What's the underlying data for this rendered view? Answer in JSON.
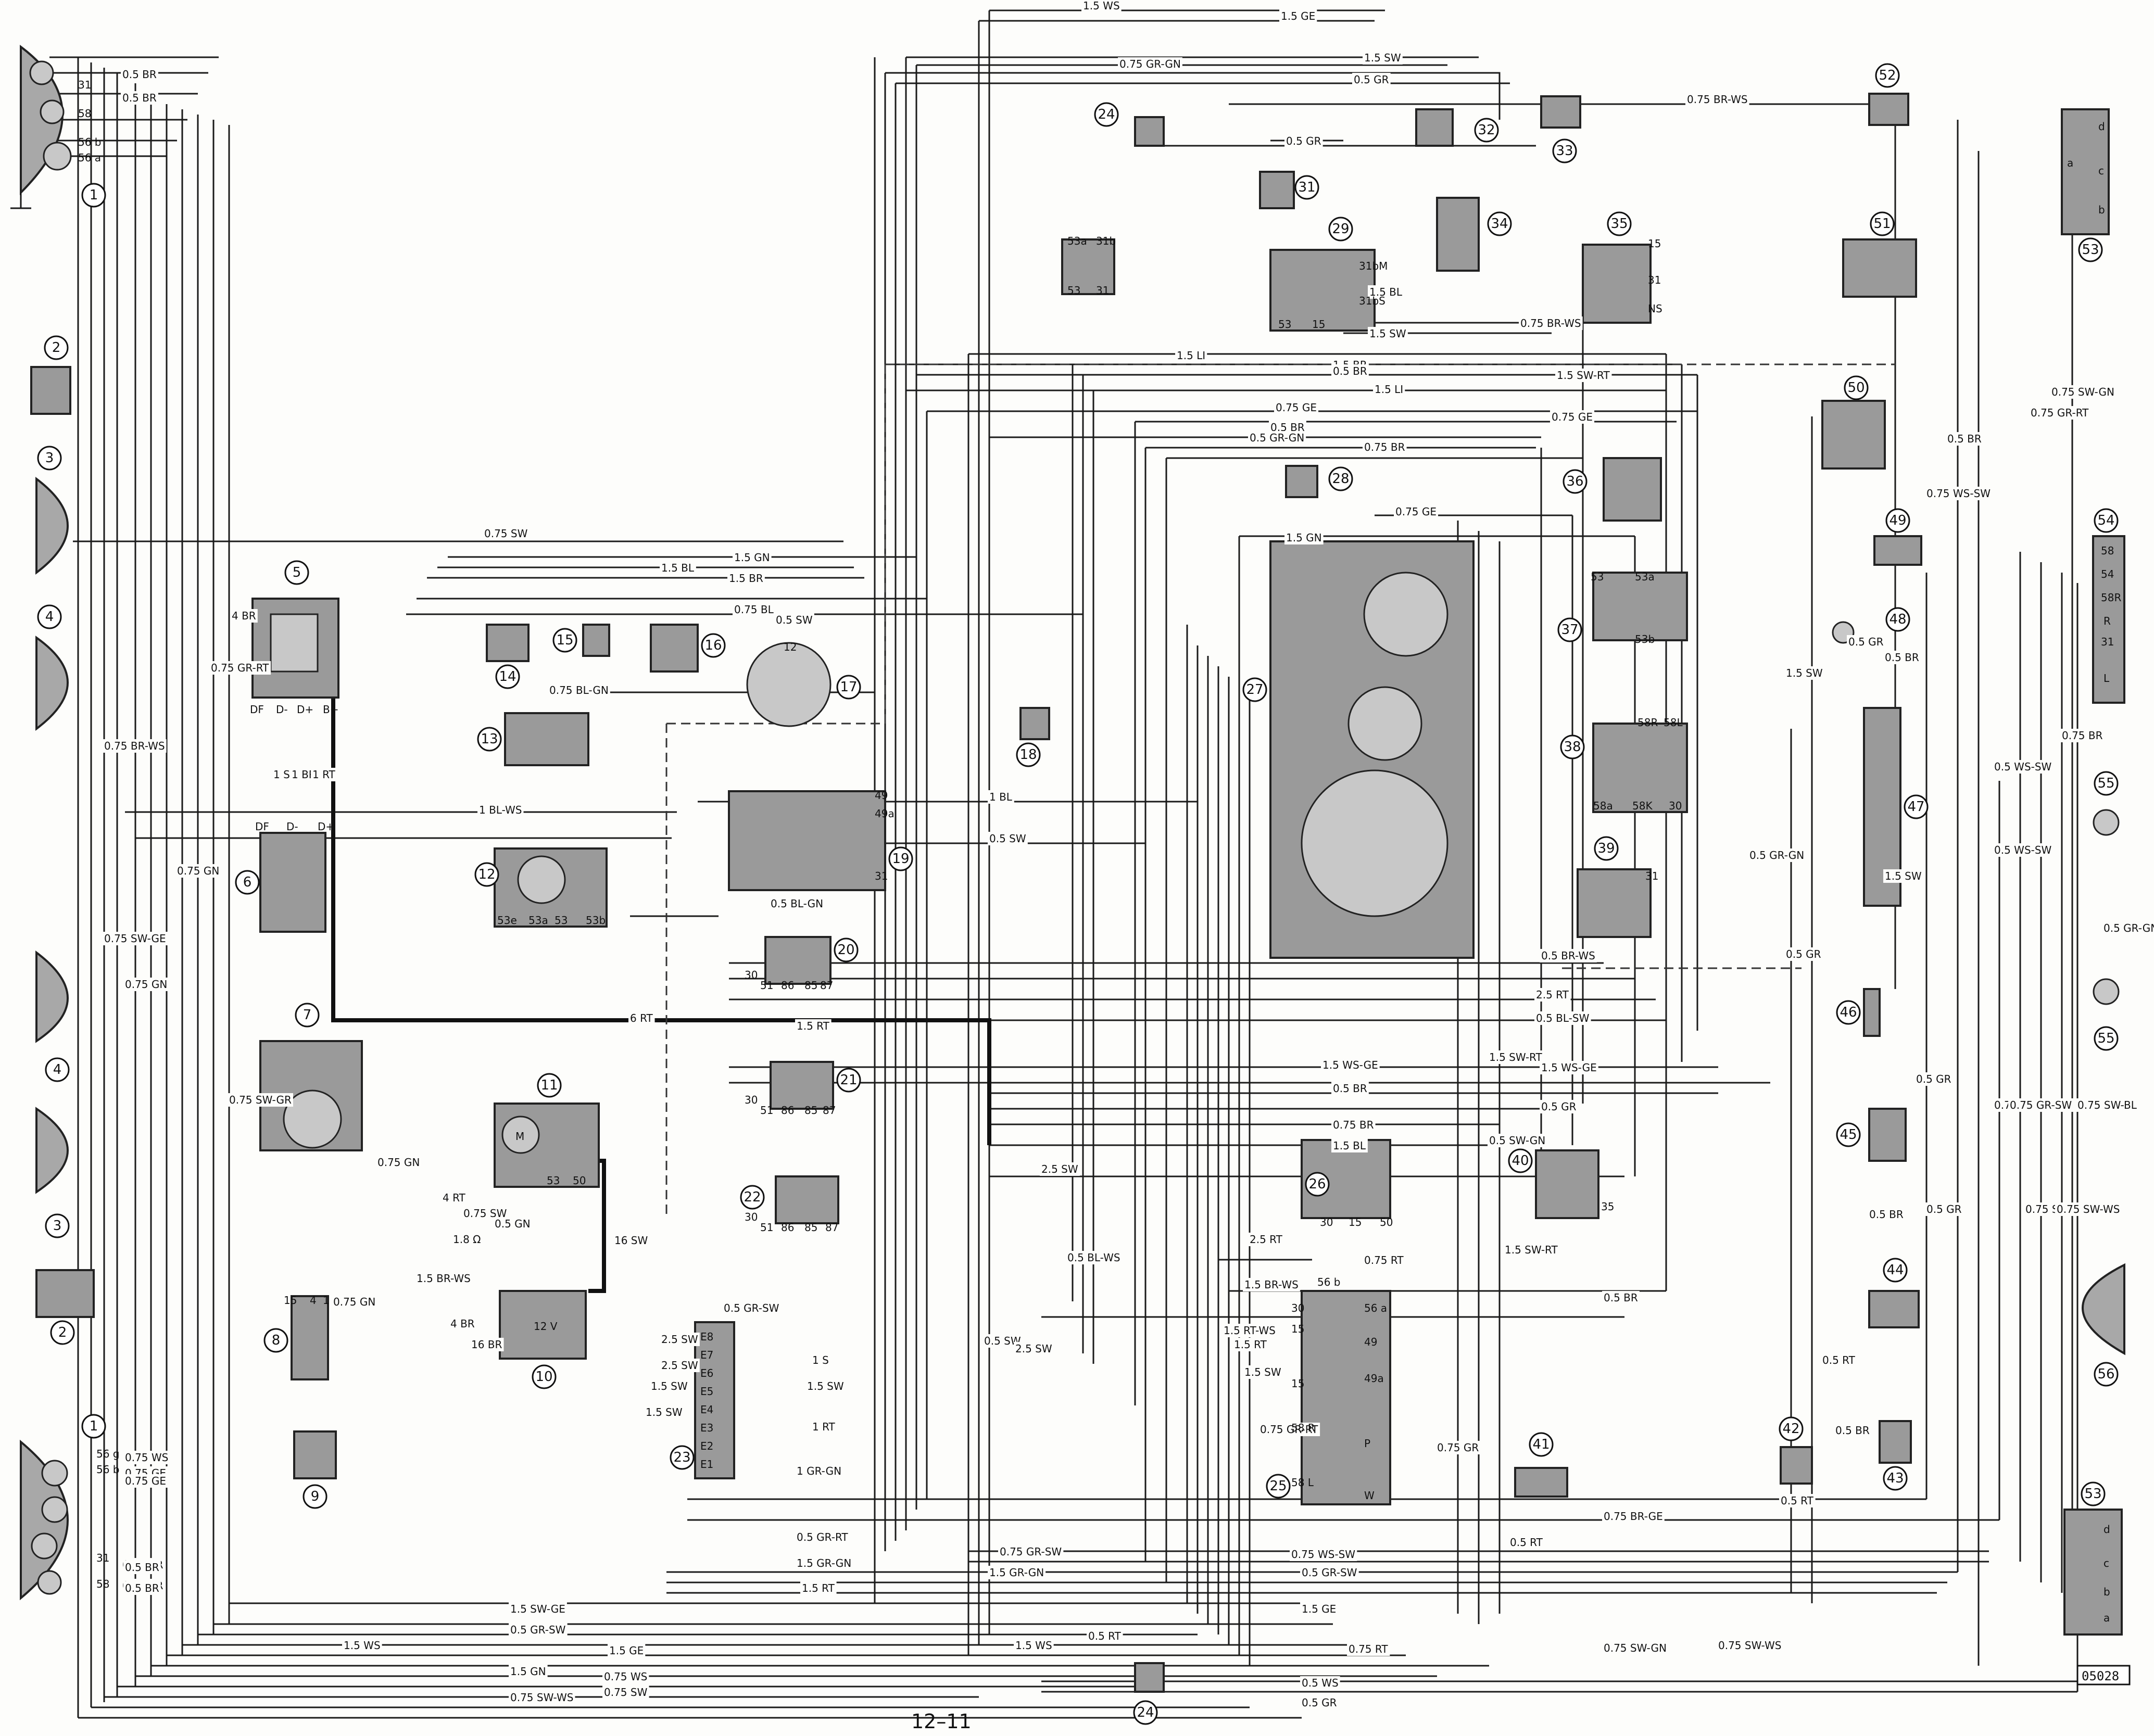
{
  "page_number": "12–11",
  "figure_ref": "05028",
  "components": [
    {
      "n": "1"
    },
    {
      "n": "2"
    },
    {
      "n": "3"
    },
    {
      "n": "4"
    },
    {
      "n": "5"
    },
    {
      "n": "6"
    },
    {
      "n": "7"
    },
    {
      "n": "8"
    },
    {
      "n": "9"
    },
    {
      "n": "10"
    },
    {
      "n": "11"
    },
    {
      "n": "12"
    },
    {
      "n": "13"
    },
    {
      "n": "14"
    },
    {
      "n": "15"
    },
    {
      "n": "16"
    },
    {
      "n": "17"
    },
    {
      "n": "18"
    },
    {
      "n": "19"
    },
    {
      "n": "20"
    },
    {
      "n": "21"
    },
    {
      "n": "22"
    },
    {
      "n": "23"
    },
    {
      "n": "24"
    },
    {
      "n": "25"
    },
    {
      "n": "26"
    },
    {
      "n": "27"
    },
    {
      "n": "28"
    },
    {
      "n": "29"
    },
    {
      "n": "31"
    },
    {
      "n": "32"
    },
    {
      "n": "33"
    },
    {
      "n": "34"
    },
    {
      "n": "35"
    },
    {
      "n": "36"
    },
    {
      "n": "37"
    },
    {
      "n": "38"
    },
    {
      "n": "39"
    },
    {
      "n": "40"
    },
    {
      "n": "41"
    },
    {
      "n": "42"
    },
    {
      "n": "43"
    },
    {
      "n": "44"
    },
    {
      "n": "45"
    },
    {
      "n": "46"
    },
    {
      "n": "47"
    },
    {
      "n": "48"
    },
    {
      "n": "49"
    },
    {
      "n": "50"
    },
    {
      "n": "51"
    },
    {
      "n": "52"
    },
    {
      "n": "53"
    },
    {
      "n": "54"
    },
    {
      "n": "55"
    },
    {
      "n": "56"
    }
  ],
  "wire_labels": {
    "top": [
      "1.5 WS",
      "1.5 GE",
      "0.75 GR-GN",
      "1.5 SW",
      "0.5 GR",
      "0.75 BR-WS",
      "0.5 GR",
      "1.5 BL",
      "0.75 BR-WS",
      "1.5 SW",
      "0.5 BR",
      "1.5 BR",
      "1.5 LI",
      "0.5 BR",
      "1.5 SW-RT",
      "1.5 LI",
      "0.75 GE",
      "0.75 GE",
      "0.5 BR",
      "0.5 GR-GN",
      "0.75 BR",
      "0.75 GE",
      "1.5 GN"
    ],
    "left": [
      "0.5 BR",
      "0.5 BR",
      "0.75 SW",
      "1.5 BL",
      "1.5 GN",
      "1.5 BR",
      "0.75 BL",
      "0.5 SW",
      "0.75 BL-GN",
      "1 BL-WS",
      "1 BL",
      "0.5 SW",
      "0.5 BL-GN",
      "0.75 GN",
      "6 RT",
      "1.5 RT",
      "4 RT",
      "0.75 SW",
      "0.5 GN",
      "1.8 Ω",
      "1.5 BR-WS",
      "0.75 GN",
      "4 BR",
      "16 BR",
      "16 SW",
      "4 BR",
      "1 SW",
      "1 BR",
      "1 RT",
      "0.75 BR-WS",
      "0.75 SW-GE",
      "0.75 GN",
      "0.75 GR-RT",
      "0.75 WS",
      "0.75 BR",
      "0.75 GE",
      "0.75 BR",
      "0.75 SW-GR",
      "0.75 GN"
    ],
    "mid": [
      "2.5 RT",
      "0.5 BL-SW",
      "0.5 BR-WS",
      "1.5 SW-RT",
      "1.5 WS-GE",
      "1.5 WS-GE",
      "0.5 BR",
      "0.5 GR",
      "0.75 BR",
      "1.5 BL",
      "0.5 SW-GN",
      "2.5 SW",
      "2.5 RT",
      "0.75 RT",
      "0.5 BL-WS",
      "1.5 SW-RT",
      "1.5 BR-WS",
      "1.5 RT-WS",
      "1.5 RT",
      "1.5 SW",
      "0.75 GR-RT",
      "0.75 GR",
      "0.5 GR-SW",
      "0.5 SW",
      "1 S",
      "1.5 SW",
      "1 RT",
      "1 GR-GN",
      "0.5 GR-RT",
      "0.75 GR-SW",
      "1.5 GR-GN",
      "1.5 GR-GN",
      "1.5 RT",
      "0.75 BR-GE",
      "0.5 RT",
      "0.75 WS-SW",
      "0.5 GR-SW",
      "1.5 GE",
      "0.5 RT",
      "0.75 RT",
      "0.75 SW-GN",
      "0.75 SW-WS",
      "0.5 WS",
      "0.5 GR"
    ],
    "bottom": [
      "1.5 SW-GE",
      "0.5 GR-SW",
      "1.5 WS",
      "1.5 GE",
      "1.5 WS",
      "1.5 GN",
      "0.75 SW",
      "0.75 SW-WS",
      "0.75 WS",
      "0.75 GE",
      "0.5 BR",
      "0.5 BR",
      "2.5 SW",
      "2.5 SW",
      "1.5 SW",
      "1.5 SW",
      "2.5 SW"
    ],
    "right": [
      "0.5 GR",
      "0.5 BR",
      "0.5 WS-SW",
      "0.75 WS-SW",
      "0.5 BR",
      "1.5 SW",
      "0.5 GR-GN",
      "0.5 BR",
      "0.75 GR-RT",
      "0.75 SW-GN",
      "0.75 BR",
      "0.5 WS-SW",
      "1.5 SW",
      "0.5 GR-GN",
      "0.5 GR",
      "0.5 BR",
      "0.5 GR",
      "0.75 GR-RT",
      "0.75 GR-SW",
      "0.75 SW-GE",
      "0.75 SW-WS",
      "0.75 SW-BL",
      "0.5 RT",
      "0.5 BR",
      "0.5 RT",
      "0.5 GR"
    ]
  },
  "terminal_labels": {
    "lamp_1_top": [
      "31",
      "58",
      "56 b",
      "56 a"
    ],
    "lamp_1_bottom": [
      "56 g",
      "56 b",
      "31",
      "58"
    ],
    "comp_5": [
      "DF",
      "D-",
      "D+",
      "B+"
    ],
    "comp_6": [
      "DF",
      "D-",
      "D+"
    ],
    "comp_8": [
      "15",
      "4",
      "1"
    ],
    "comp_10": [
      "12 V"
    ],
    "comp_11": [
      "M",
      "53",
      "50"
    ],
    "comp_12": [
      "53e",
      "53a",
      "53",
      "53b"
    ],
    "comp_17": [
      "12"
    ],
    "comp_19": [
      "49",
      "49a",
      "31"
    ],
    "comp_20": [
      "30",
      "51",
      "86",
      "85",
      "87"
    ],
    "comp_21": [
      "30",
      "51",
      "86",
      "85",
      "87"
    ],
    "comp_22": [
      "30",
      "51",
      "86",
      "85",
      "87"
    ],
    "comp_23": [
      "E8",
      "E7",
      "E6",
      "E5",
      "E4",
      "E3",
      "E2",
      "E1"
    ],
    "comp_25": [
      "56 b",
      "56 a",
      "30",
      "15",
      "49",
      "49a",
      "15",
      "58 R",
      "58 L",
      "W",
      "P"
    ],
    "comp_26": [
      "30",
      "15",
      "50"
    ],
    "comp_29": [
      "31bM",
      "31bS",
      "53",
      "15"
    ],
    "comp_30": [
      "53a",
      "31b",
      "53",
      "31"
    ],
    "comp_35": [
      "15",
      "31",
      "NS"
    ],
    "comp_37": [
      "53",
      "53a",
      "53b"
    ],
    "comp_38": [
      "58R",
      "58L",
      "58a",
      "58K",
      "30"
    ],
    "comp_39": [
      "31"
    ],
    "comp_40": [
      "35"
    ],
    "comp_53_top": [
      "d",
      "a",
      "c",
      "b"
    ],
    "comp_53_bottom": [
      "d",
      "c",
      "b",
      "a"
    ],
    "comp_54": [
      "58",
      "54",
      "58R",
      "R",
      "31",
      "L"
    ]
  },
  "colors": {
    "ink": "#1a1a1a",
    "component_fill": "#9a9a9a",
    "component_inner": "#c8c8c8",
    "paper": "#fdfdfb"
  }
}
